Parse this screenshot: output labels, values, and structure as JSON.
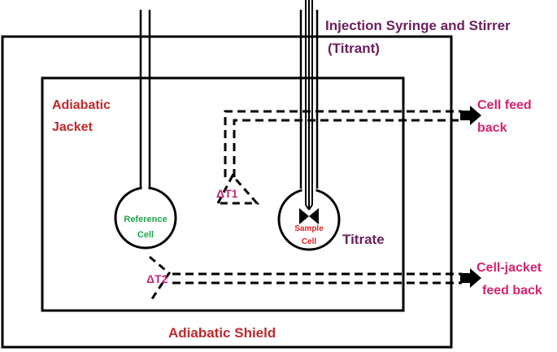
{
  "labels": {
    "syringe_line1": "Injection Syringe and Stirrer",
    "syringe_line2": "(Titrant)",
    "jacket_line1": "Adiabatic",
    "jacket_line2": "Jacket",
    "cell_feed_line1": "Cell feed",
    "cell_feed_line2": "back",
    "cell_jacket_line1": "Cell-jacket",
    "cell_jacket_line2": "feed back",
    "reference_line1": "Reference",
    "reference_line2": "Cell",
    "sample_line1": "Sample",
    "sample_line2": "Cell",
    "delta_t1": "ΔT1",
    "delta_t2": "ΔT2",
    "titrate": "Titrate",
    "shield": "Adiabatic  Shield"
  },
  "colors": {
    "syringe_text": "#6b1f5c",
    "jacket_text": "#c0282c",
    "feedback_text": "#d6226e",
    "reference_text": "#1fa64a",
    "sample_text": "#e02020",
    "delta_text": "#c0287a",
    "titrate_text": "#6b1f5c",
    "shield_text": "#c0282c"
  }
}
